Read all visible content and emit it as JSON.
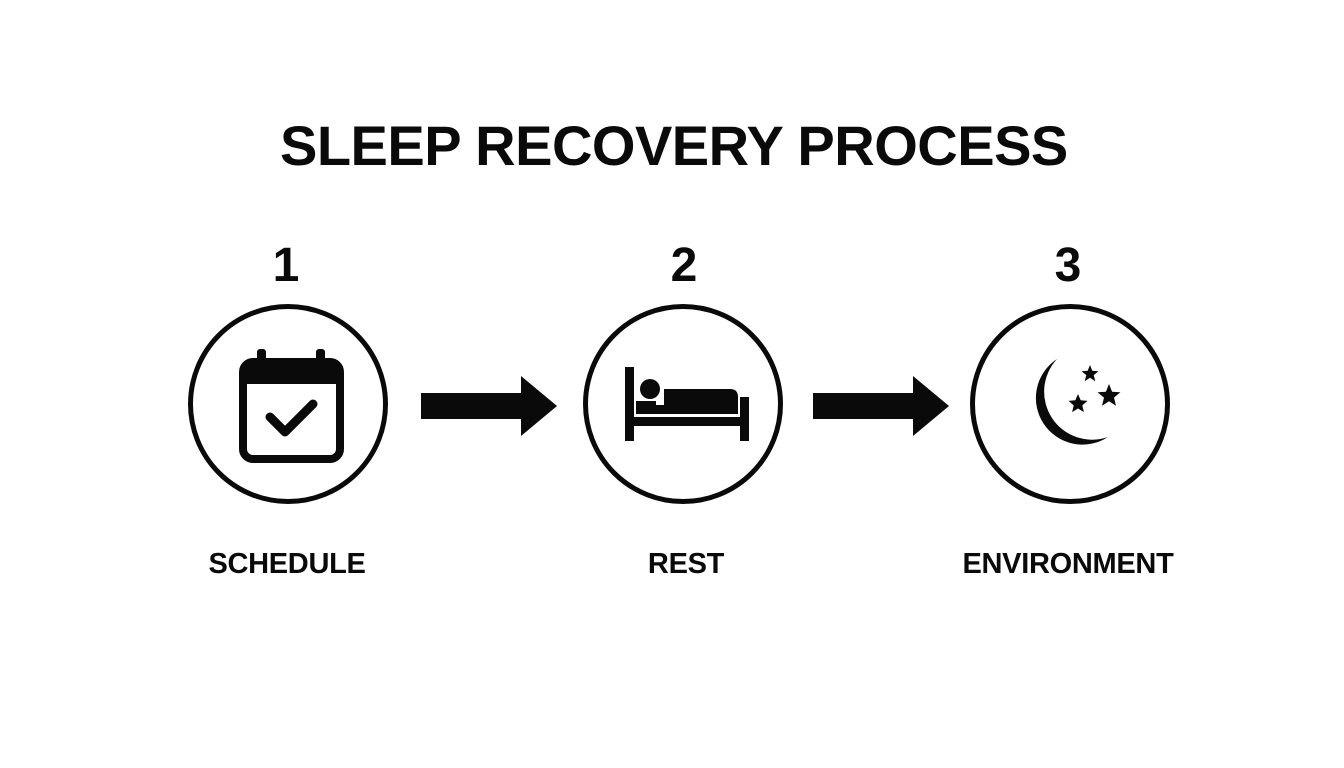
{
  "title": "SLEEP RECOVERY PROCESS",
  "steps": [
    {
      "number": "1",
      "label": "SCHEDULE",
      "icon": "calendar-check-icon"
    },
    {
      "number": "2",
      "label": "REST",
      "icon": "bed-person-icon"
    },
    {
      "number": "3",
      "label": "ENVIRONMENT",
      "icon": "moon-stars-icon"
    }
  ],
  "connectors": [
    "arrow-right-icon",
    "arrow-right-icon"
  ],
  "colors": {
    "ink": "#0a0a0a",
    "background": "#ffffff"
  }
}
